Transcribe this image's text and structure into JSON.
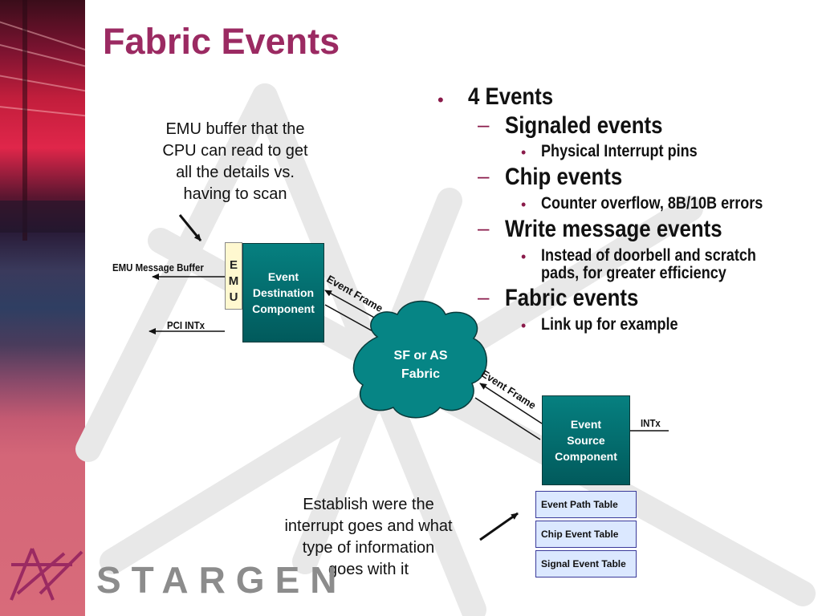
{
  "title": "Fabric Events",
  "bullets": [
    {
      "level": 1,
      "text": "4 Events"
    },
    {
      "level": 2,
      "text": "Signaled events"
    },
    {
      "level": 3,
      "text": "Physical Interrupt pins"
    },
    {
      "level": 2,
      "text": "Chip events"
    },
    {
      "level": 3,
      "text": "Counter overflow, 8B/10B errors"
    },
    {
      "level": 2,
      "text": "Write message events"
    },
    {
      "level": 3,
      "text": "Instead of doorbell and scratch"
    },
    {
      "level": 3,
      "text": "pads, for greater efficiency"
    },
    {
      "level": 2,
      "text": "Fabric events"
    },
    {
      "level": 3,
      "text": "Link up for example"
    }
  ],
  "notes": {
    "emu_buffer": [
      "EMU buffer that the",
      "CPU can read to get",
      "all the details vs.",
      "having to scan"
    ],
    "establish": [
      "Establish were the",
      "interrupt goes and what",
      "type of information",
      "goes with it"
    ]
  },
  "diagram": {
    "emu_message_buffer": "EMU Message Buffer",
    "pci_intx": "PCI INTx",
    "emu_letters": [
      "E",
      "M",
      "U"
    ],
    "event_destination": [
      "Event",
      "Destination",
      "Component"
    ],
    "event_frame_top": "Event Frame",
    "event_frame_bottom": "Event Frame",
    "fabric": [
      "SF or AS",
      "Fabric"
    ],
    "event_source": [
      "Event",
      "Source",
      "Component"
    ],
    "intx": "INTx",
    "tables": [
      "Event Path Table",
      "Chip Event Table",
      "Signal Event Table"
    ]
  },
  "logo": "STARGEN",
  "colors": {
    "title": "#9b2a62",
    "box": "#016a6a",
    "table_fill": "#dbe8ff"
  }
}
